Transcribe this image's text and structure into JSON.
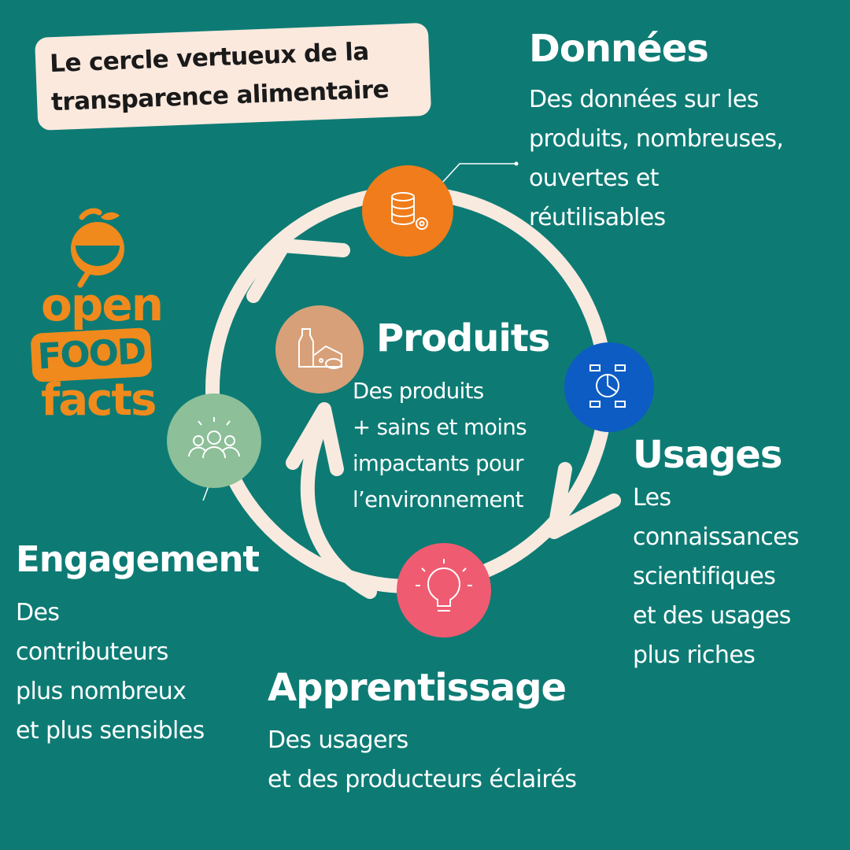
{
  "title": {
    "line1": "Le cercle vertueux de la",
    "line2": "transparence alimentaire"
  },
  "logo": {
    "word1": "open",
    "word2": "FOOD",
    "word3": "facts"
  },
  "stages": {
    "donnees": {
      "heading": "Données",
      "lines": [
        "Des données sur les",
        "produits, nombreuses,",
        "ouvertes et",
        "réutilisables"
      ],
      "icon": "database-gear-icon",
      "color": "#f07c1b"
    },
    "usages": {
      "heading": "Usages",
      "lines": [
        "Les",
        "connaissances",
        "scientifiques",
        "et des usages",
        "plus riches"
      ],
      "icon": "analytics-chart-icon",
      "color": "#0d5cc4"
    },
    "apprentissage": {
      "heading": "Apprentissage",
      "lines": [
        "Des usagers",
        "et des producteurs éclairés"
      ],
      "icon": "lightbulb-icon",
      "color": "#ef5b70"
    },
    "engagement": {
      "heading": "Engagement",
      "lines": [
        "Des",
        "contributeurs",
        "plus nombreux",
        "et plus sensibles"
      ],
      "icon": "people-group-icon",
      "color": "#8dbf98"
    },
    "produits": {
      "heading": "Produits",
      "lines": [
        "Des produits",
        "+ sains et moins",
        "impactants pour",
        "l’environnement"
      ],
      "icon": "food-products-icon",
      "color": "#d8a078"
    }
  },
  "colors": {
    "background": "#0d7b74",
    "cycle": "#f8eadf",
    "title_box": "#fbe9de",
    "logo": "#f08a1c"
  }
}
